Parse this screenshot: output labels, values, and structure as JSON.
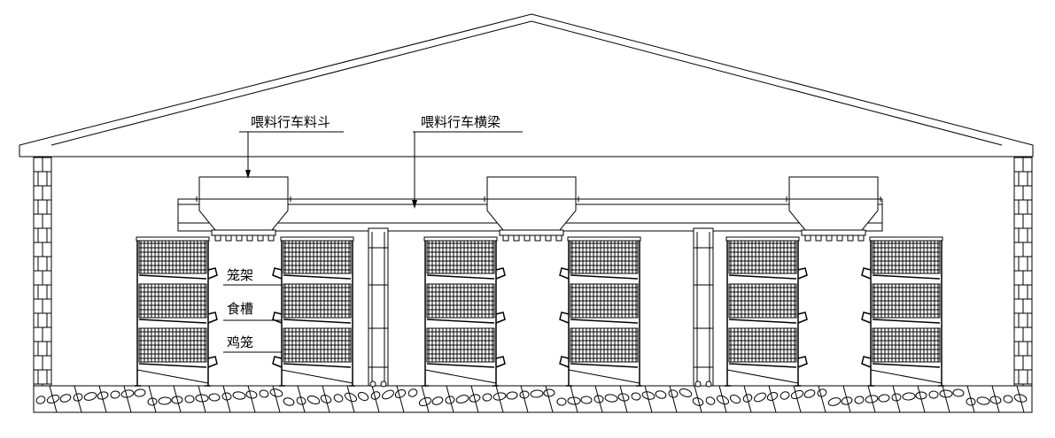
{
  "labels": {
    "hopper": "喂料行车料斗",
    "beam": "喂料行车横梁",
    "cage_frame": "笼架",
    "feed_trough": "食槽",
    "chicken_cage": "鸡笼"
  }
}
